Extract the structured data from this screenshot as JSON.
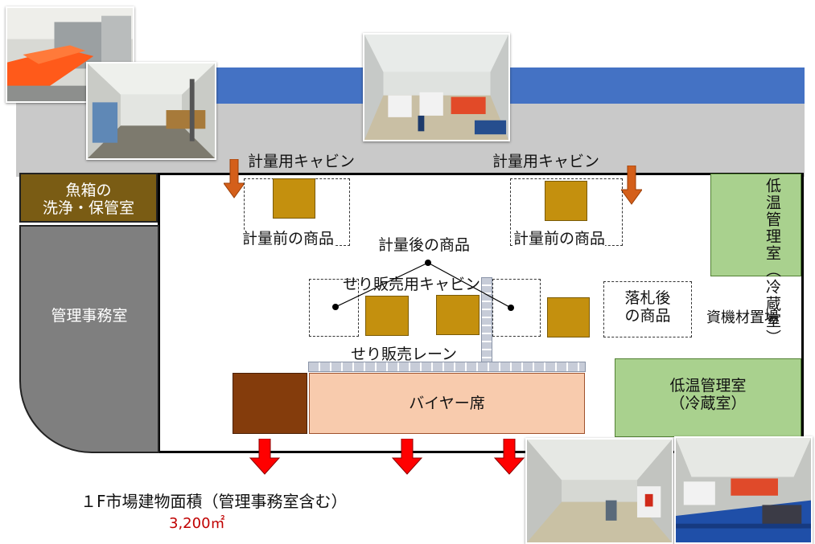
{
  "colors": {
    "blue_band": "#4472c4",
    "grey_band": "#c9c9c9",
    "brown_room": "#7a5c14",
    "office_grey": "#7f7f7f",
    "cold_room": "#a9d18e",
    "scale_box": "#c4900e",
    "buyer_seat": "#f8cbad",
    "buyer_side": "#843c0c",
    "arrow_orange": "#d45f1a",
    "arrow_red": "#ff0000",
    "area_value": "#c00000"
  },
  "rooms": {
    "fishbox_line1": "魚箱の",
    "fishbox_line2": "洗浄・保管室",
    "office": "管理事務室",
    "cold_room_right": "低温管理室（冷蔵室）",
    "cold_room_bottom_line1": "低温管理室",
    "cold_room_bottom_line2": "（冷蔵室）",
    "materials": "資機材置場"
  },
  "labels": {
    "weigh_cabin_left": "計量用キャビン",
    "weigh_cabin_right": "計量用キャビン",
    "pre_weigh_left": "計量前の商品",
    "pre_weigh_right": "計量前の商品",
    "post_weigh": "計量後の商品",
    "auction_cabin": "せり販売用キャビン",
    "post_bid_line1": "落札後",
    "post_bid_line2": "の商品",
    "auction_lane": "せり販売レーン",
    "buyer_seats": "バイヤー席"
  },
  "footer": {
    "area_title": "１F市場建物面積（管理事務室含む）",
    "area_value": "3,200㎡"
  },
  "photos": [
    {
      "name": "photo-fishbox-washer",
      "icon": "conveyor-photo"
    },
    {
      "name": "photo-storage-hall",
      "icon": "hall-photo"
    },
    {
      "name": "photo-weighing-area",
      "icon": "weighing-photo"
    },
    {
      "name": "photo-auction-lane",
      "icon": "lane-photo"
    },
    {
      "name": "photo-buyer-seats",
      "icon": "seats-photo"
    }
  ]
}
